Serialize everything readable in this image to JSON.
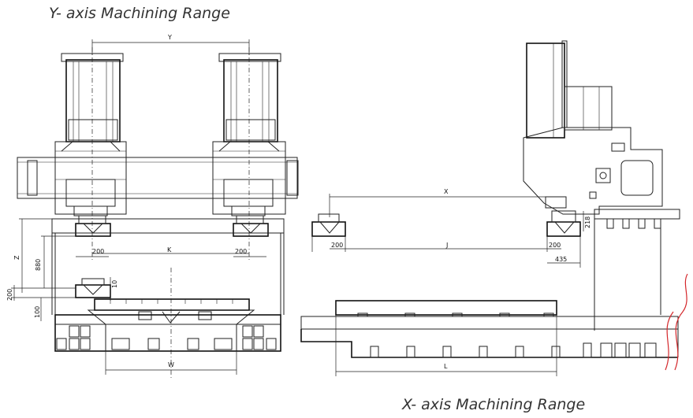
{
  "titles": {
    "y_axis": "Y- axis Machining Range",
    "x_axis": "X- axis Machining Range"
  },
  "front_view": {
    "labels": {
      "Y": "Y",
      "K": "K",
      "Z": "Z",
      "W": "W",
      "left_200": "200",
      "right_200": "200",
      "d880": "880",
      "d200_side": "200",
      "d100": "100",
      "d10": "10"
    }
  },
  "side_view": {
    "labels": {
      "X": "X",
      "J": "J",
      "L": "L",
      "left_200": "200",
      "right_200": "200",
      "d435": "435",
      "d218": "218"
    }
  },
  "colors": {
    "line": "#222222",
    "cut_mark": "#d4262a",
    "title": "#333333"
  }
}
